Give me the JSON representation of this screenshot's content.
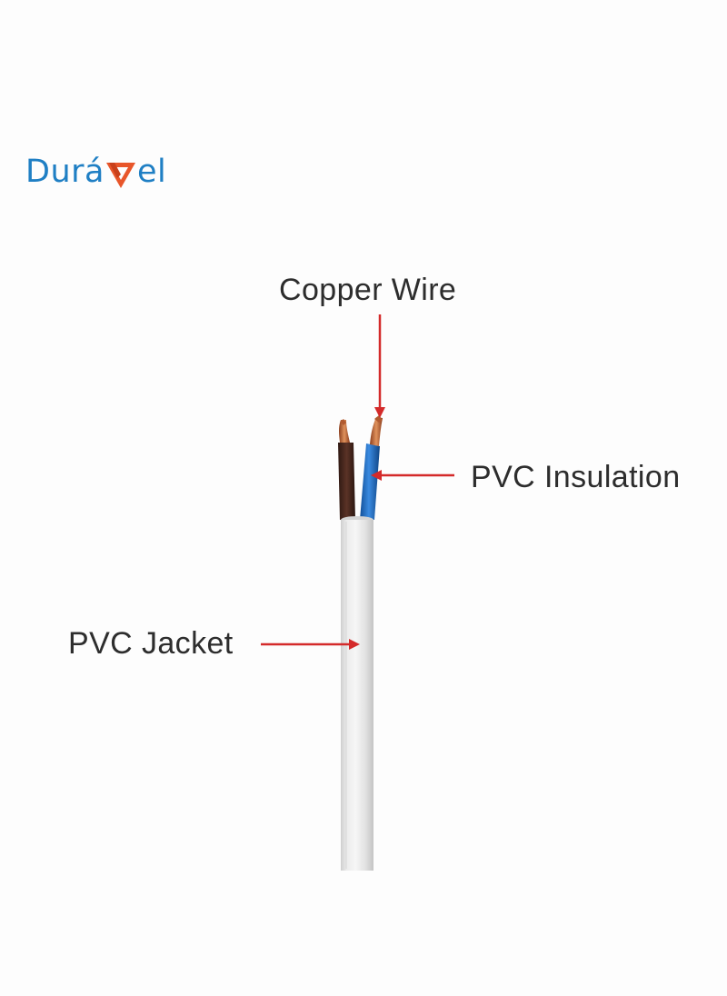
{
  "brand": {
    "name_prefix": "Durá",
    "name_suffix": "el",
    "logo_mark": "orange-v-mark",
    "text_color": "#1f7fc4",
    "mark_color": "#e8562a"
  },
  "labels": {
    "copper_wire": "Copper Wire",
    "pvc_insulation": "PVC Insulation",
    "pvc_jacket": "PVC Jacket"
  },
  "colors": {
    "arrow": "#d42a2a",
    "jacket": "#e8e8e8",
    "brown_core": "#4a2a1f",
    "blue_core": "#1e6fc8",
    "copper": "#c0663a"
  }
}
